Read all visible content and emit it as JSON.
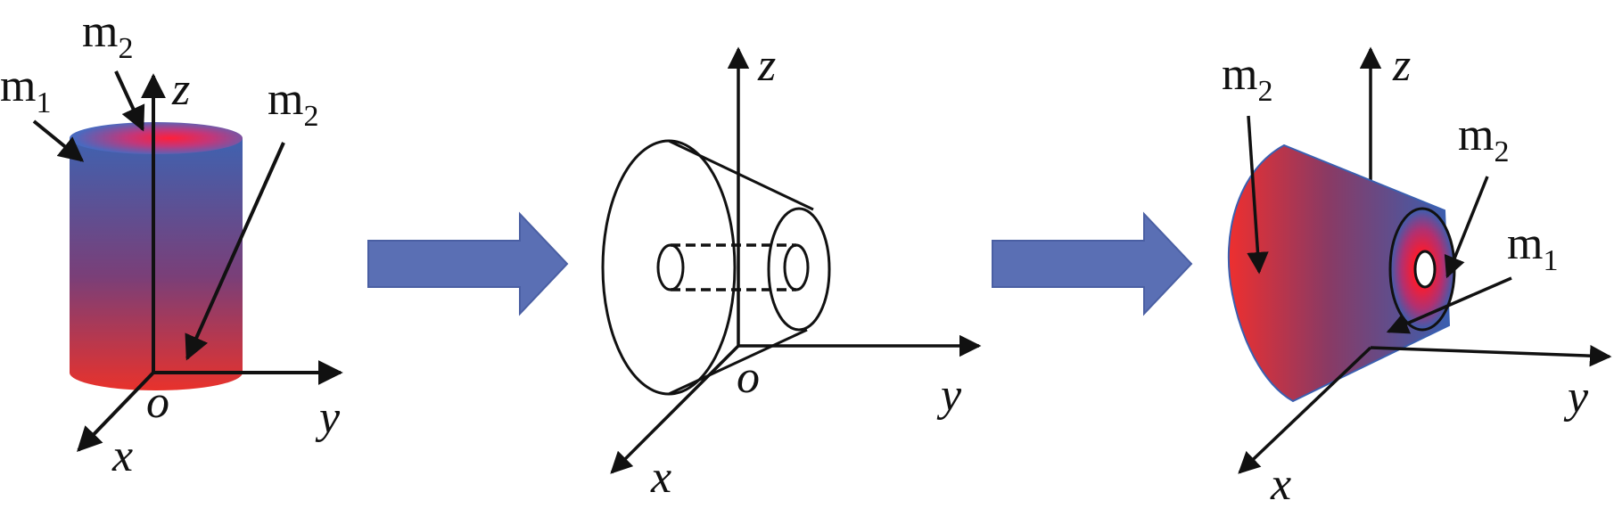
{
  "colors": {
    "material_red": "#e8322c",
    "material_blue": "#3f62b0",
    "flow_arrow": "#5a6fb4",
    "flow_arrow_edge": "#4a5fa3",
    "ink": "#111111"
  },
  "panels": [
    {
      "shape": "cylinder",
      "axes": {
        "x": "x",
        "y": "y",
        "z": "z",
        "origin": "o"
      },
      "labels": [
        {
          "base": "m",
          "sub": "1"
        },
        {
          "base": "m",
          "sub": "2"
        },
        {
          "base": "m",
          "sub": "2"
        }
      ]
    },
    {
      "shape": "truncated-cone-outline",
      "axes": {
        "x": "x",
        "y": "y",
        "z": "z",
        "origin": "o"
      }
    },
    {
      "shape": "truncated-cone-filled",
      "axes": {
        "x": "x",
        "y": "y",
        "z": "z"
      },
      "labels": [
        {
          "base": "m",
          "sub": "2"
        },
        {
          "base": "m",
          "sub": "2"
        },
        {
          "base": "m",
          "sub": "1"
        }
      ]
    }
  ],
  "transitions": [
    {
      "shape": "block-arrow-right"
    },
    {
      "shape": "block-arrow-right"
    }
  ]
}
